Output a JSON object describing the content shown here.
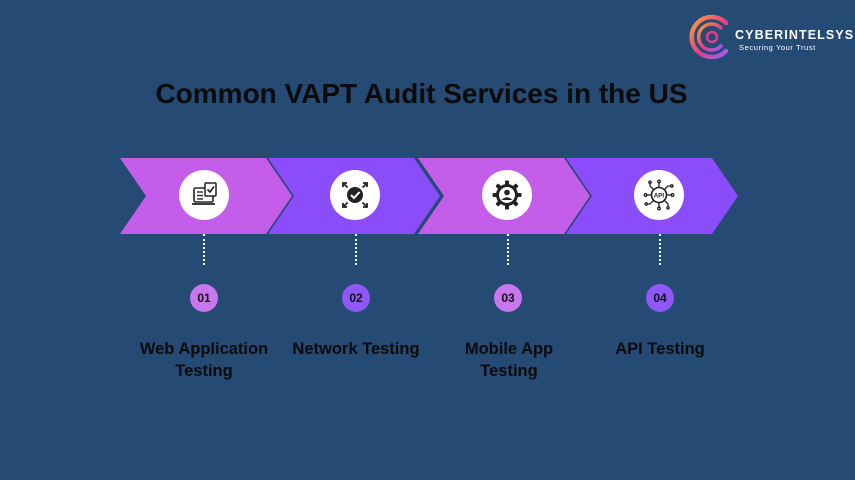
{
  "brand": {
    "name": "CYBERINTELSYS",
    "tagline": "Securing Your Trust",
    "logo_colors": [
      "#F26B3A",
      "#E43D8C",
      "#9B5CF6"
    ]
  },
  "title": "Common VAPT Audit Services in the US",
  "colors": {
    "background": "#254A74",
    "arrow_pink": "#C45EEA",
    "arrow_purple": "#8B4DFC",
    "badge_pink": "#C877EE",
    "badge_purple": "#8F57FA"
  },
  "steps": [
    {
      "number": "01",
      "label": "Web Application Testing",
      "icon": "web-application-checklist-icon",
      "color": "#C45EEA",
      "badge_color": "#C877EE"
    },
    {
      "number": "02",
      "label": "Network Testing",
      "icon": "network-check-shield-icon",
      "color": "#8B4DFC",
      "badge_color": "#8F57FA"
    },
    {
      "number": "03",
      "label": "Mobile App Testing",
      "icon": "user-gear-icon",
      "color": "#C45EEA",
      "badge_color": "#C877EE"
    },
    {
      "number": "04",
      "label": "API Testing",
      "icon": "api-chip-icon",
      "color": "#8B4DFC",
      "badge_color": "#8F57FA"
    }
  ]
}
